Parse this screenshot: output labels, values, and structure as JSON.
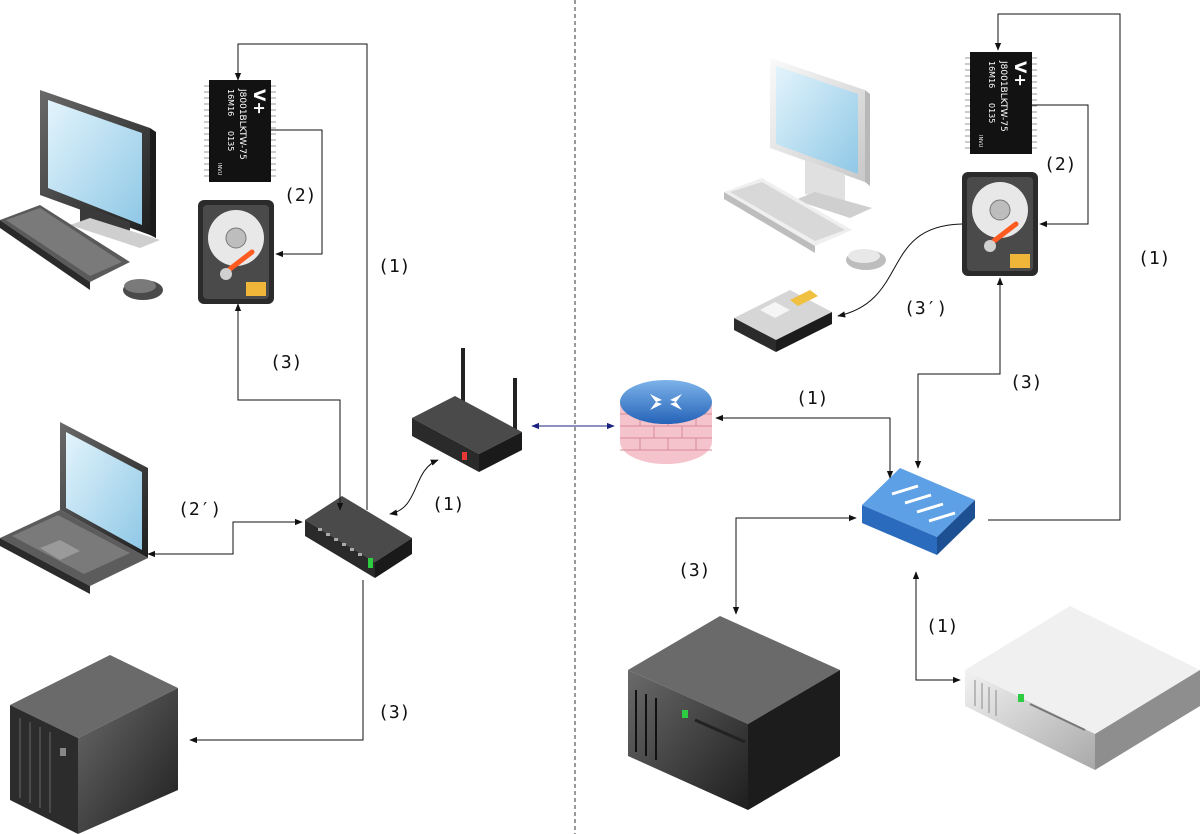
{
  "labels": {
    "l_step1_top": "(1)",
    "l_step2_left": "(2)",
    "l_step3_left": "(3)",
    "l_step2p_left": "(2′)",
    "l_step1_router": "(1)",
    "l_step3_bottom_left": "(3)",
    "l_step2_right": "(2)",
    "l_step1_right": "(1)",
    "l_step3p_right": "(3′)",
    "l_step3_right": "(3)",
    "l_step1_firewall": "(1)",
    "l_step3_server": "(3)",
    "l_step1_rack": "(1)"
  },
  "chip": {
    "brand": "V+",
    "part": "J8001BLKTW-75",
    "line2": "16M16",
    "line3": "0135",
    "tag": "INVU"
  },
  "colors": {
    "line": "#111111",
    "link_arrow": "#1a237e",
    "screen": "#bfe3f5",
    "dark_device": "#3c3c3c",
    "router_blue": "#5b8fd1",
    "firewall_brick": "#f2b6c0",
    "switch_blue": "#2f7fd6",
    "server_gray": "#d9d9d9"
  }
}
